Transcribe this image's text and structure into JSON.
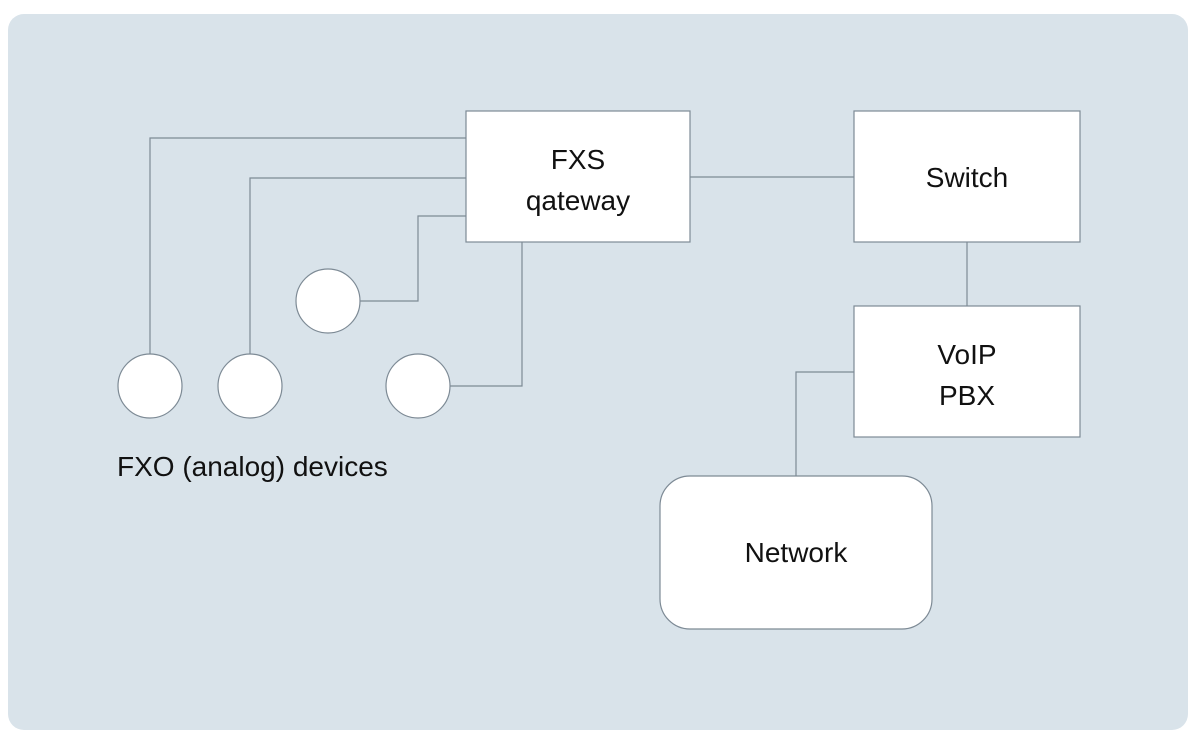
{
  "colors": {
    "panel_background": "#d9e3ea",
    "box_fill": "#ffffff",
    "line": "#7d8a95",
    "text": "#111111"
  },
  "nodes": {
    "fxs_gateway": {
      "label_line1": "FXS",
      "label_line2": "qateway"
    },
    "switch": {
      "label": "Switch"
    },
    "voip_pbx": {
      "label_line1": "VoIP",
      "label_line2": "PBX"
    },
    "network": {
      "label": "Network"
    }
  },
  "fxo_devices": {
    "caption": "FXO (analog) devices",
    "count": 4
  }
}
